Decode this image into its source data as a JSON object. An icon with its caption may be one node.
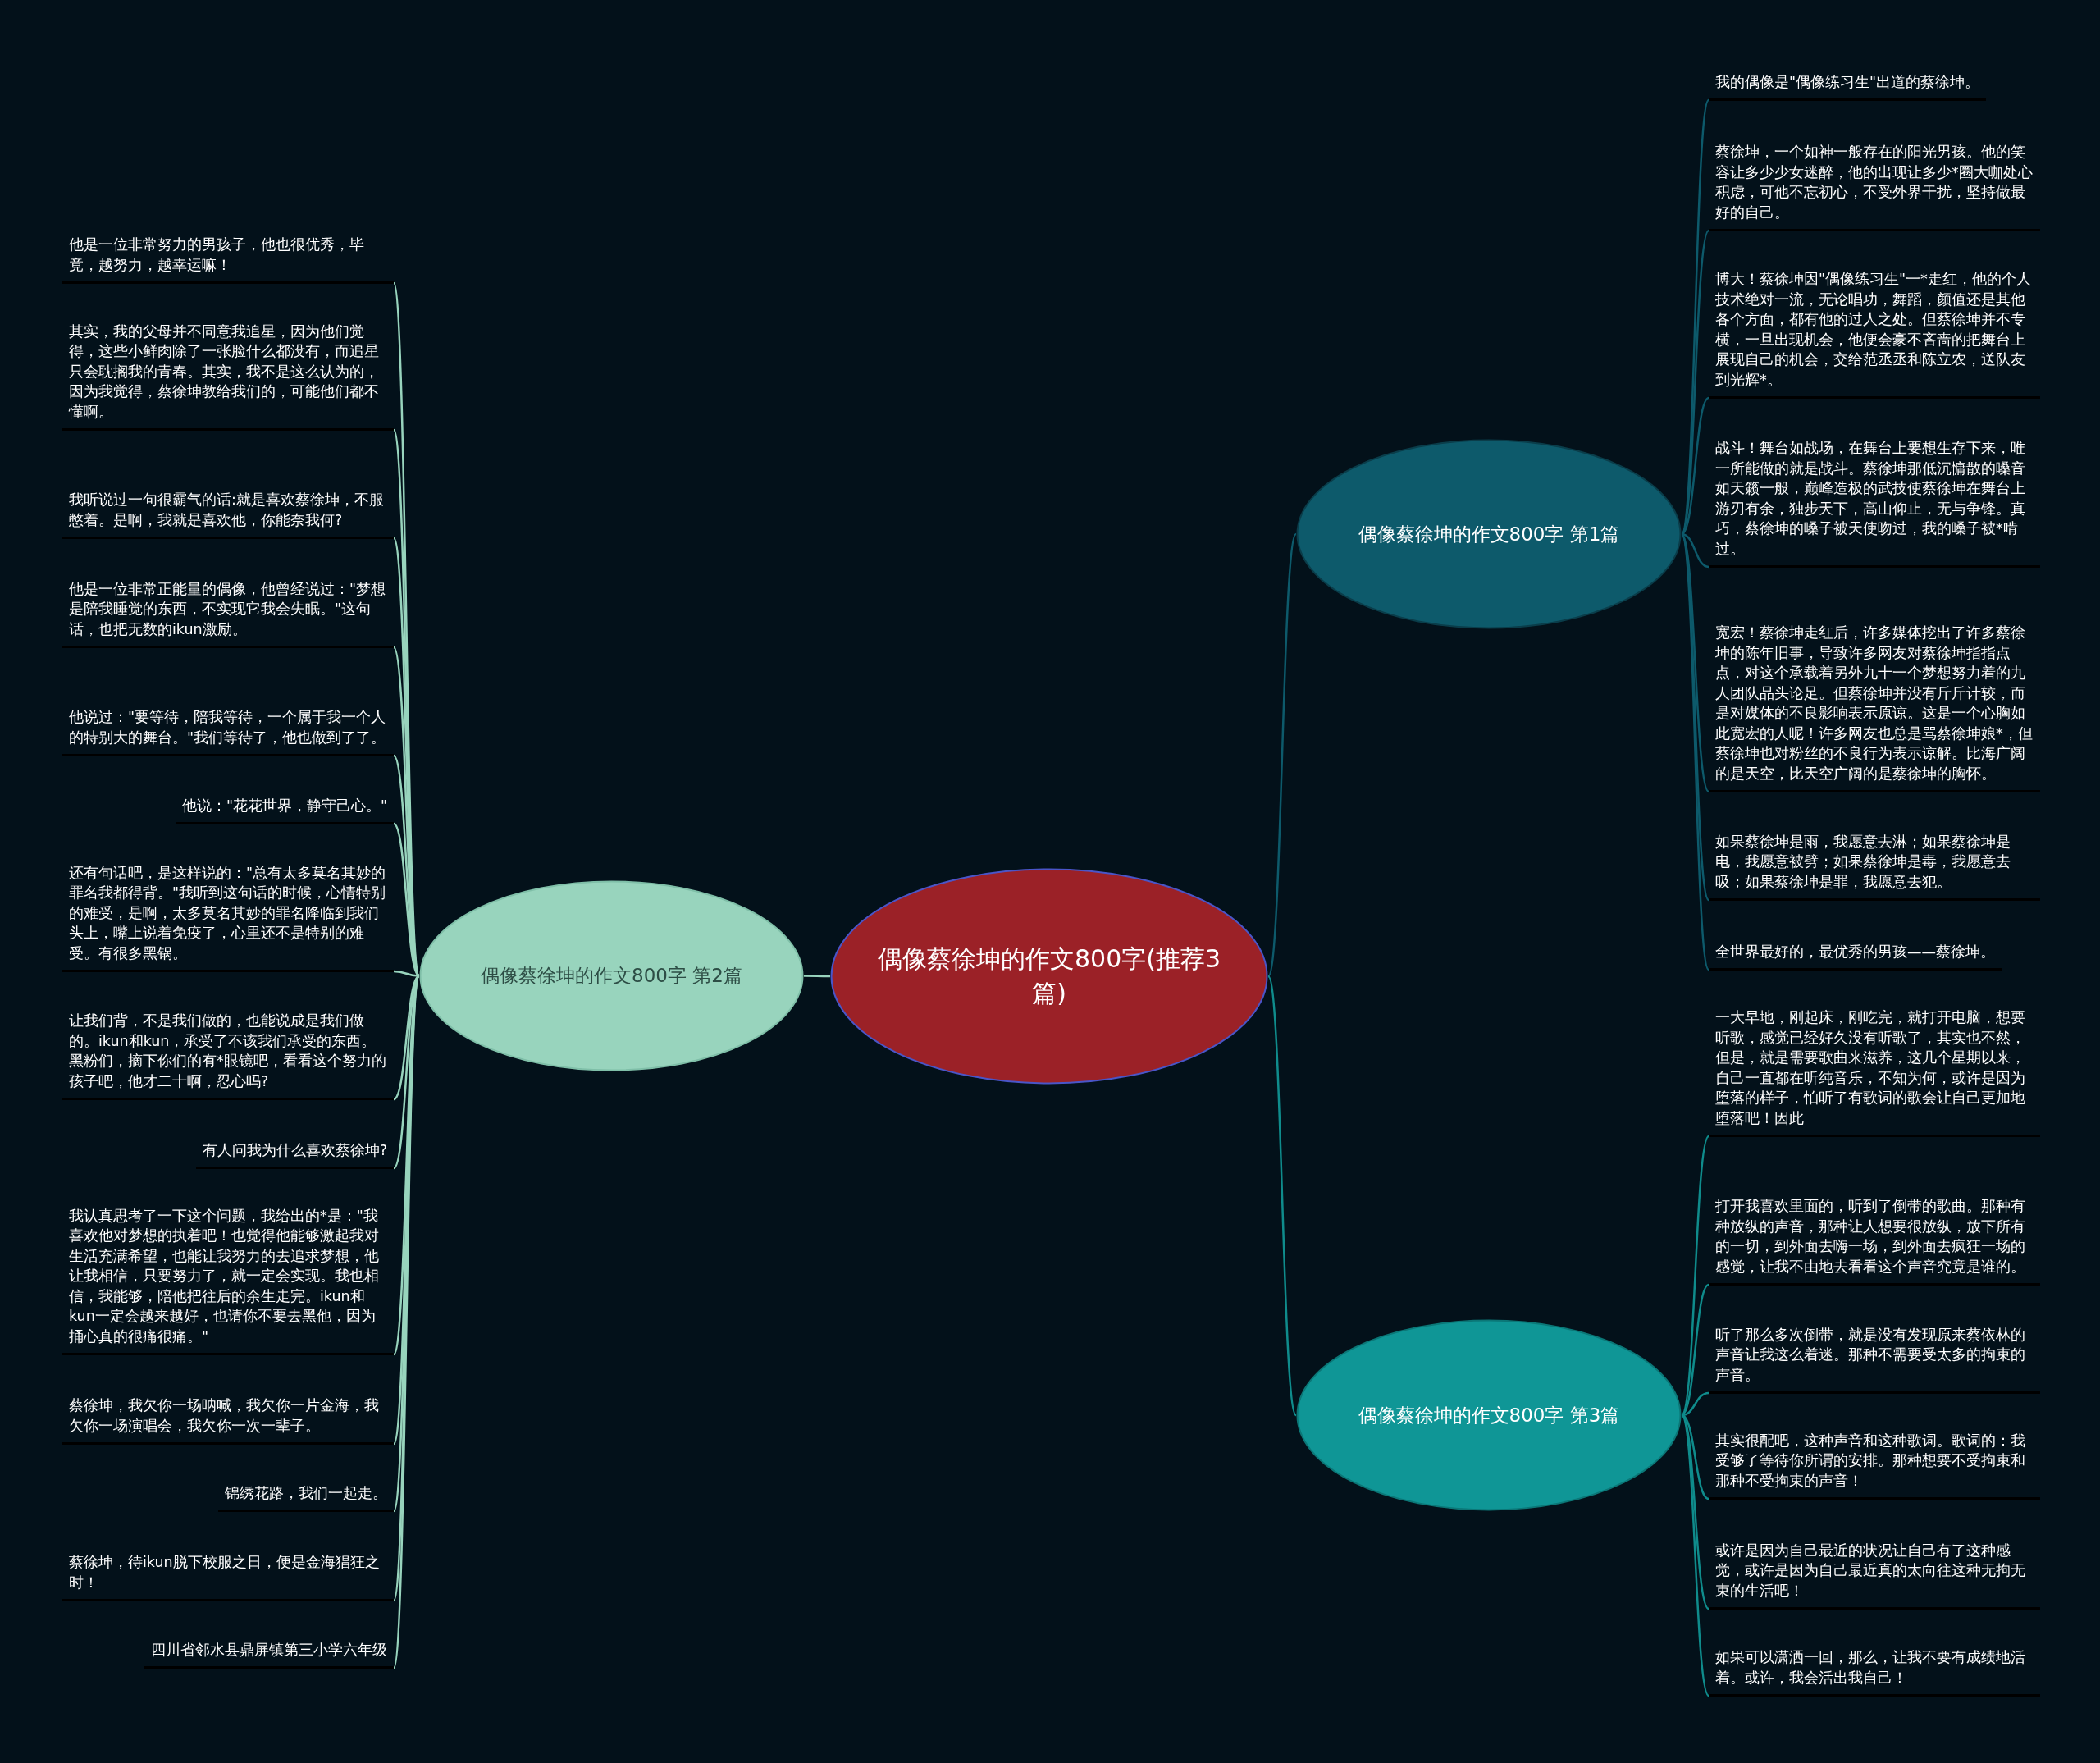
{
  "diagram": {
    "nodes": [
      {
        "text": [
          "偶像蔡徐坤的作文800字(推荐3篇)"
        ]
      },
      {
        "text": [
          "偶像蔡徐坤的作文800字 第1篇"
        ]
      },
      {
        "text": [
          "我的偶像是\"偶像练习生\"出道的蔡徐坤。"
        ]
      },
      {
        "text": [
          "蔡徐坤，一个如神一般存在的阳光男孩。他的笑容让多少少女迷醉，他的出现让多少*圈大咖处心积虑，可他不忘初心，不受外界干扰，坚持做最好的自己。"
        ]
      },
      {
        "text": [
          "博大！蔡徐坤因\"偶像练习生\"一*走红，他的个人技术绝对一流，无论唱功，舞蹈，颜值还是其他各个方面，都有他的过人之处。但蔡徐坤并不专横，一旦出现机会，他便会豪不吝啬的把舞台上展现自己的机会，交给范丞丞和陈立农，送队友到光辉*。"
        ]
      },
      {
        "text": [
          "战斗！舞台如战场，在舞台上要想生存下来，唯一所能做的就是战斗。蔡徐坤那低沉慵散的嗓音如天籁一般，巅峰造极的武技使蔡徐坤在舞台上游刃有余，独步天下，高山仰止，无与争锋。真巧，蔡徐坤的嗓子被天使吻过，我的嗓子被*啃过。"
        ]
      },
      {
        "text": [
          "宽宏！蔡徐坤走红后，许多媒体挖出了许多蔡徐坤的陈年旧事，导致许多网友对蔡徐坤指指点点，对这个承载着另外九十一个梦想努力着的九人团队品头论足。但蔡徐坤并没有斤斤计较，而是对媒体的不良影响表示原谅。这是一个心胸如此宽宏的人呢！许多网友也总是骂蔡徐坤娘*，但蔡徐坤也对粉丝的不良行为表示谅解。比海广阔的是天空，比天空广阔的是蔡徐坤的胸怀。"
        ]
      },
      {
        "text": [
          "如果蔡徐坤是雨，我愿意去淋；如果蔡徐坤是电，我愿意被劈；如果蔡徐坤是毒，我愿意去吸；如果蔡徐坤是罪，我愿意去犯。"
        ]
      },
      {
        "text": [
          "全世界最好的，最优秀的男孩——蔡徐坤。"
        ]
      },
      {
        "text": [
          "偶像蔡徐坤的作文800字 第2篇"
        ]
      },
      {
        "text": [
          "他是一位非常努力的男孩子，他也很优秀，毕竟，越努力，越幸运嘛！"
        ]
      },
      {
        "text": [
          "其实，我的父母并不同意我追星，因为他们觉得，这些小鲜肉除了一张脸什么都没有，而追星只会耽搁我的青春。其实，我不是这么认为的，因为我觉得，蔡徐坤教给我们的，可能他们都不懂啊。"
        ]
      },
      {
        "text": [
          "我听说过一句很霸气的话:就是喜欢蔡徐坤，不服憋着。是啊，我就是喜欢他，你能奈我何?"
        ]
      },
      {
        "text": [
          "他是一位非常正能量的偶像，他曾经说过：\"梦想是陪我睡觉的东西，不实现它我会失眠。\"这句话，也把无数的ikun激励。"
        ]
      },
      {
        "text": [
          "他说过：\"要等待，陪我等待，一个属于我一个人的特别大的舞台。\"我们等待了，他也做到了了。"
        ]
      },
      {
        "text": [
          "他说：\"花花世界，静守己心。\""
        ]
      },
      {
        "text": [
          "还有句话吧，是这样说的：\"总有太多莫名其妙的罪名我都得背。\"我听到这句话的时候，心情特别的难受，是啊，太多莫名其妙的罪名降临到我们头上，嘴上说着免疫了，心里还不是特别的难受。有很多黑锅。"
        ]
      },
      {
        "text": [
          "让我们背，不是我们做的，也能说成是我们做的。ikun和kun，承受了不该我们承受的东西。黑粉们，摘下你们的有*眼镜吧，看看这个努力的孩子吧，他才二十啊，忍心吗?"
        ]
      },
      {
        "text": [
          "有人问我为什么喜欢蔡徐坤?"
        ]
      },
      {
        "text": [
          "我认真思考了一下这个问题，我给出的*是：\"我喜欢他对梦想的执着吧！也觉得他能够激起我对生活充满希望，也能让我努力的去追求梦想，他让我相信，只要努力了，就一定会实现。我也相信，我能够，陪他把往后的余生走完。ikun和kun一定会越来越好，也请你不要去黑他，因为捅心真的很痛很痛。\""
        ]
      },
      {
        "text": [
          "蔡徐坤，我欠你一场呐喊，我欠你一片金海，我欠你一场演唱会，我欠你一次一辈子。"
        ]
      },
      {
        "text": [
          "锦绣花路，我们一起走。"
        ]
      },
      {
        "text": [
          "蔡徐坤，待ikun脱下校服之日，便是金海猖狂之时！"
        ]
      },
      {
        "text": [
          "四川省邻水县鼎屏镇第三小学六年级"
        ]
      },
      {
        "text": [
          "偶像蔡徐坤的作文800字 第3篇"
        ]
      },
      {
        "text": [
          "一大早地，刚起床，刚吃完，就打开电脑，想要听歌，感觉已经好久没有听歌了，其实也不然，但是，就是需要歌曲来滋养，这几个星期以来，自己一直都在听纯音乐，不知为何，或许是因为堕落的样子，怕听了有歌词的歌会让自己更加地堕落吧！因此"
        ]
      },
      {
        "text": [
          "打开我喜欢里面的，听到了倒带的歌曲。那种有种放纵的声音，那种让人想要很放纵，放下所有的一切，到外面去嗨一场，到外面去疯狂一场的感觉，让我不由地去看看这个声音究竟是谁的。"
        ]
      },
      {
        "text": [
          "听了那么多次倒带，就是没有发现原来蔡依林的声音让我这么着迷。那种不需要受太多的拘束的声音。"
        ]
      },
      {
        "text": [
          "其实很配吧，这种声音和这种歌词。歌词的：我受够了等待你所谓的安排。那种想要不受拘束和那种不受拘束的声音！"
        ]
      },
      {
        "text": [
          "或许是因为自己最近的状况让自己有了这种感觉，或许是因为自己最近真的太向往这种无拘无束的生活吧！"
        ]
      },
      {
        "text": [
          "如果可以潇洒一回，那么，让我不要有成绩地活着。或许，我会活出我自己！"
        ]
      }
    ],
    "edges": [
      {
        "from": 0,
        "to": 1,
        "arrow": "none",
        "color": "#0d5a6b"
      },
      {
        "from": 1,
        "to": 2,
        "arrow": "none",
        "color": "#0d5a6b"
      },
      {
        "from": 1,
        "to": 3,
        "arrow": "none",
        "color": "#0d5a6b"
      },
      {
        "from": 1,
        "to": 4,
        "arrow": "none",
        "color": "#0d5a6b"
      },
      {
        "from": 1,
        "to": 5,
        "arrow": "none",
        "color": "#0d5a6b"
      },
      {
        "from": 1,
        "to": 6,
        "arrow": "none",
        "color": "#0d5a6b"
      },
      {
        "from": 1,
        "to": 7,
        "arrow": "none",
        "color": "#0d5a6b"
      },
      {
        "from": 1,
        "to": 8,
        "arrow": "none",
        "color": "#0d5a6b"
      },
      {
        "from": 0,
        "to": 9,
        "arrow": "none"
      },
      {
        "from": 9,
        "to": 10,
        "arrow": "none"
      },
      {
        "from": 9,
        "to": 11,
        "arrow": "none"
      },
      {
        "from": 9,
        "to": 12,
        "arrow": "none"
      },
      {
        "from": 9,
        "to": 13,
        "arrow": "none"
      },
      {
        "from": 9,
        "to": 14,
        "arrow": "none"
      },
      {
        "from": 9,
        "to": 15,
        "arrow": "none"
      },
      {
        "from": 9,
        "to": 16,
        "arrow": "none"
      },
      {
        "from": 9,
        "to": 17,
        "arrow": "none"
      },
      {
        "from": 9,
        "to": 18,
        "arrow": "none"
      },
      {
        "from": 9,
        "to": 19,
        "arrow": "none"
      },
      {
        "from": 9,
        "to": 20,
        "arrow": "none"
      },
      {
        "from": 9,
        "to": 21,
        "arrow": "none"
      },
      {
        "from": 9,
        "to": 22,
        "arrow": "none"
      },
      {
        "from": 9,
        "to": 23,
        "arrow": "none"
      },
      {
        "from": 0,
        "to": 24,
        "arrow": "none",
        "color": "#0f8c8c"
      },
      {
        "from": 24,
        "to": 25,
        "arrow": "none",
        "color": "#0f8c8c"
      },
      {
        "from": 24,
        "to": 26,
        "arrow": "none",
        "color": "#0f8c8c"
      },
      {
        "from": 24,
        "to": 27,
        "arrow": "none",
        "color": "#0f8c8c"
      },
      {
        "from": 24,
        "to": 28,
        "arrow": "none",
        "color": "#0f8c8c"
      },
      {
        "from": 24,
        "to": 29,
        "arrow": "none",
        "color": "#0f8c8c"
      },
      {
        "from": 24,
        "to": 30,
        "arrow": "none",
        "color": "#0f8c8c"
      }
    ]
  }
}
